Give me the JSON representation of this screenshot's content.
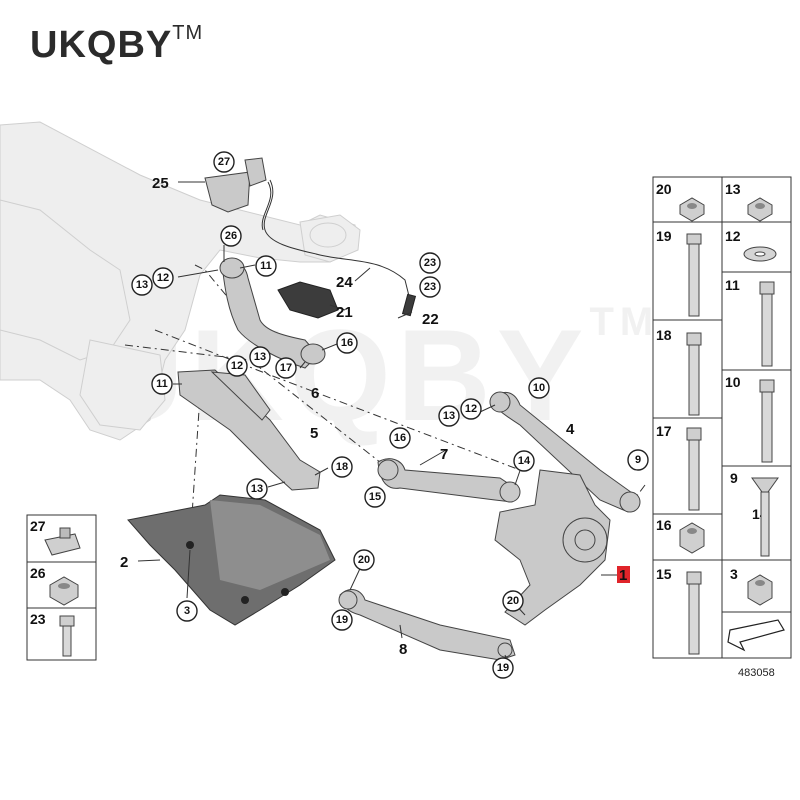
{
  "brand": {
    "name": "UKQBY",
    "trademark": "TM"
  },
  "watermark": {
    "name": "UKQBY",
    "trademark": "TM"
  },
  "figure_id": "483058",
  "callouts": {
    "c27": "27",
    "c25": "25",
    "c26": "26",
    "c13a": "13",
    "c12a": "12",
    "c11a": "11",
    "c24": "24",
    "c23a": "23",
    "c23b": "23",
    "c21": "21",
    "c22": "22",
    "c16a": "16",
    "c17": "17",
    "c6": "6",
    "c12b": "12",
    "c13b": "13",
    "c11b": "11",
    "c5": "5",
    "c13c": "13",
    "c18": "18",
    "c10": "10",
    "c12c": "12",
    "c13d": "13",
    "c4": "4",
    "c16b": "16",
    "c7": "7",
    "c14": "14",
    "c15": "15",
    "c9": "9",
    "c2": "2",
    "c3": "3",
    "c1": "1",
    "c20a": "20",
    "c19a": "19",
    "c8": "8",
    "c20b": "20",
    "c19b": "19"
  },
  "legend_right": [
    {
      "left": "20",
      "right": "13"
    },
    {
      "left": "19",
      "right": "12"
    },
    {
      "left": "",
      "right": "11"
    },
    {
      "left": "18",
      "right": ""
    },
    {
      "left": "",
      "right": "10"
    },
    {
      "left": "17",
      "right": ""
    },
    {
      "left": "",
      "right": "9"
    },
    {
      "left": "",
      "right": "14"
    },
    {
      "left": "16",
      "right": ""
    },
    {
      "left": "15",
      "right": "3"
    }
  ],
  "legend_left": [
    {
      "num": "27"
    },
    {
      "num": "26"
    },
    {
      "num": "23"
    }
  ],
  "icons": {
    "nut": "flange-nut-icon",
    "bolt": "hex-bolt-icon",
    "washer": "washer-icon",
    "clip": "spring-clip-icon",
    "arrow": "direction-arrow-icon"
  }
}
